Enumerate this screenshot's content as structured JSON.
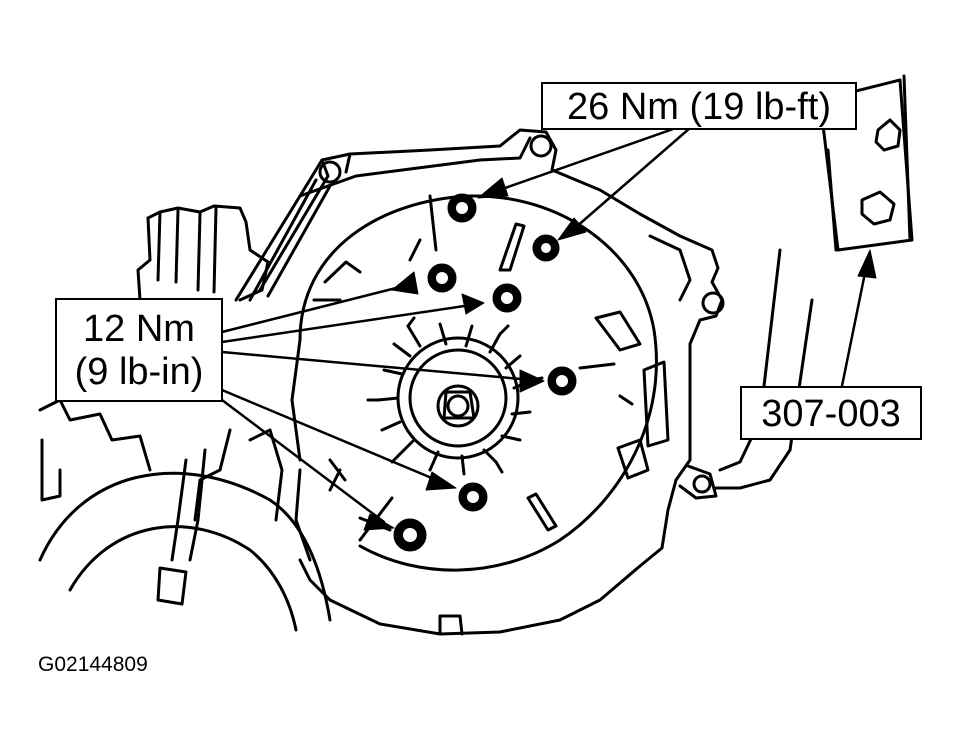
{
  "callouts": {
    "upper_bolts": {
      "text": "26 Nm (19 lb-ft)"
    },
    "pressure_plate_bolts": {
      "line1": "12 Nm",
      "line2": "(9 lb-in)"
    },
    "tool": {
      "text": "307-003"
    }
  },
  "figure_id": "G02144809",
  "colors": {
    "ink": "#000000",
    "paper": "#ffffff"
  }
}
